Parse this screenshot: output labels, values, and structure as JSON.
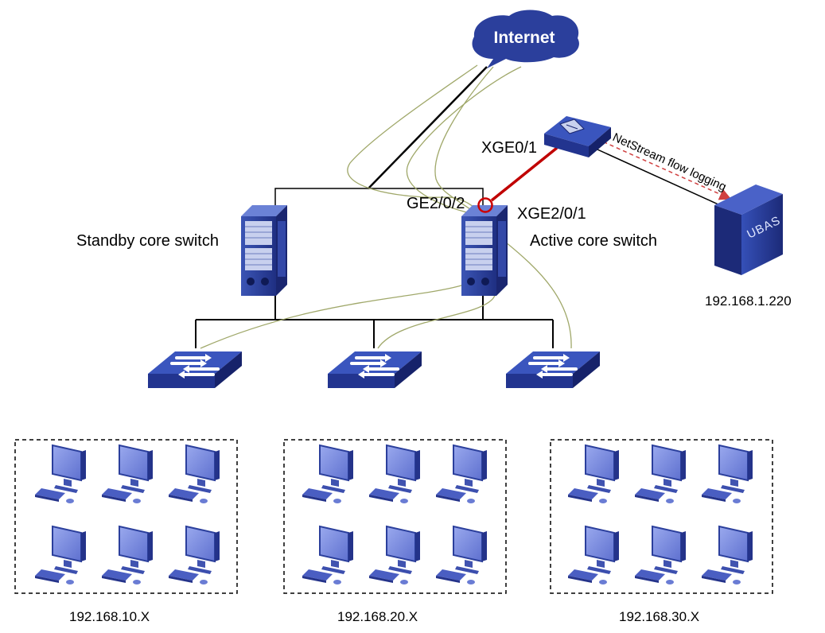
{
  "internet": {
    "label": "Internet"
  },
  "core": {
    "standby_label": "Standby core switch",
    "active_label": "Active core switch",
    "port_ge": "GE2/0/2",
    "port_xge_core": "XGE2/0/1"
  },
  "probe": {
    "port_label": "XGE0/1",
    "flow_label": "NetStream flow logging"
  },
  "server": {
    "name": "UBAS",
    "ip": "192.168.1.220"
  },
  "groups": [
    {
      "subnet": "192.168.10.X"
    },
    {
      "subnet": "192.168.20.X"
    },
    {
      "subnet": "192.168.30.X"
    }
  ],
  "colors": {
    "device_blue": "#2b3f9c",
    "link_red": "#c00000",
    "circle_red": "#cc0000",
    "flow_line": "#a0a86a"
  }
}
